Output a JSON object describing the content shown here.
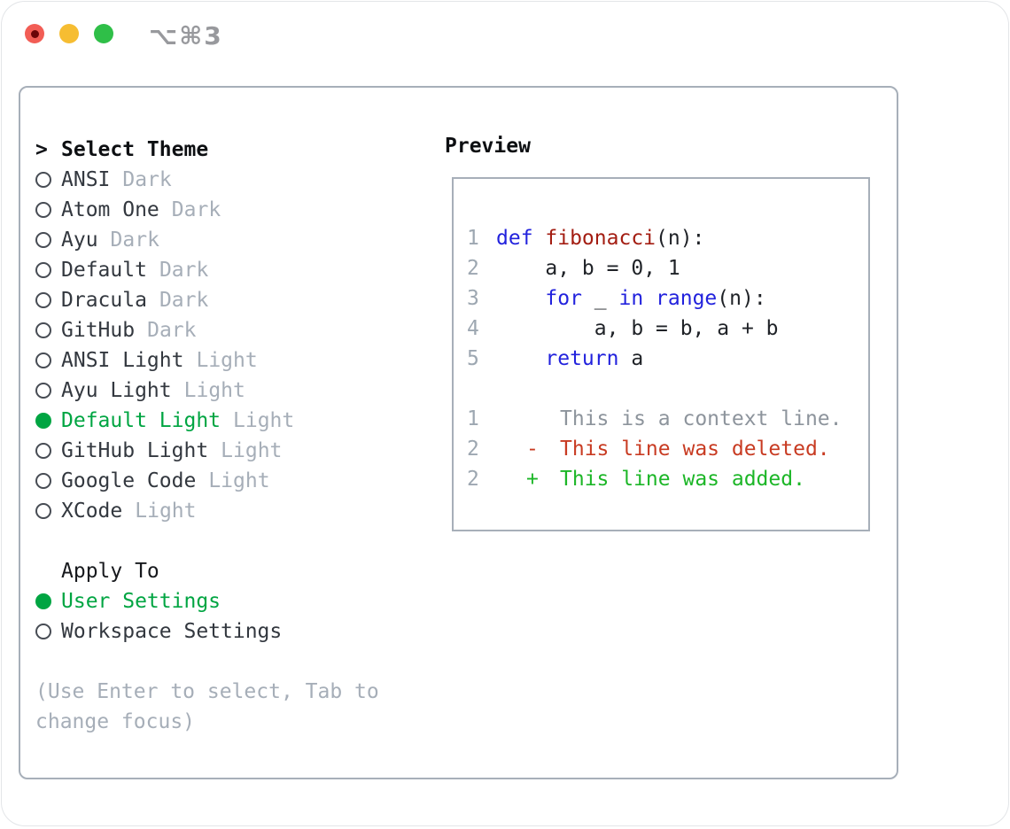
{
  "titlebar": {
    "title": "⌥⌘3"
  },
  "colors": {
    "selected_green": "#00a542",
    "added_green": "#1cb627",
    "deleted_red": "#c83b22",
    "keyword_blue": "#2222dd",
    "function_red": "#a31d12",
    "muted_gray": "#a6aeb8",
    "line_number_gray": "#9da7b1",
    "border_gray": "#a7afb9",
    "traffic_red": "#f25d55",
    "traffic_yellow": "#f6bd32",
    "traffic_green": "#2fbf48"
  },
  "window": {
    "theme_selector": {
      "prompt": ">",
      "heading": "Select Theme",
      "themes": [
        {
          "name": "ANSI",
          "variant": "Dark",
          "selected": false
        },
        {
          "name": "Atom One",
          "variant": "Dark",
          "selected": false
        },
        {
          "name": "Ayu",
          "variant": "Dark",
          "selected": false
        },
        {
          "name": "Default",
          "variant": "Dark",
          "selected": false
        },
        {
          "name": "Dracula",
          "variant": "Dark",
          "selected": false
        },
        {
          "name": "GitHub",
          "variant": "Dark",
          "selected": false
        },
        {
          "name": "ANSI Light",
          "variant": "Light",
          "selected": false
        },
        {
          "name": "Ayu Light",
          "variant": "Light",
          "selected": false
        },
        {
          "name": "Default Light",
          "variant": "Light",
          "selected": true
        },
        {
          "name": "GitHub Light",
          "variant": "Light",
          "selected": false
        },
        {
          "name": "Google Code",
          "variant": "Light",
          "selected": false
        },
        {
          "name": "XCode",
          "variant": "Light",
          "selected": false
        }
      ]
    },
    "apply_to": {
      "heading": "Apply To",
      "options": [
        {
          "name": "User Settings",
          "selected": true
        },
        {
          "name": "Workspace Settings",
          "selected": false
        }
      ]
    },
    "help_lines": [
      "(Use Enter to select, Tab to",
      "change focus)"
    ],
    "preview": {
      "heading": "Preview",
      "code_lines": [
        {
          "num": "1",
          "tokens": [
            {
              "t": "def ",
              "c": "kw"
            },
            {
              "t": "fibonacci",
              "c": "fn"
            },
            {
              "t": "(n):",
              "c": "pl"
            }
          ]
        },
        {
          "num": "2",
          "tokens": [
            {
              "t": "    a, b = 0, 1",
              "c": "pl"
            }
          ]
        },
        {
          "num": "3",
          "tokens": [
            {
              "t": "    ",
              "c": "pl"
            },
            {
              "t": "for",
              "c": "kw"
            },
            {
              "t": " _ ",
              "c": "pl"
            },
            {
              "t": "in",
              "c": "kw"
            },
            {
              "t": " ",
              "c": "pl"
            },
            {
              "t": "range",
              "c": "kw"
            },
            {
              "t": "(n):",
              "c": "pl"
            }
          ]
        },
        {
          "num": "4",
          "tokens": [
            {
              "t": "        a, b = b, a + b",
              "c": "pl"
            }
          ]
        },
        {
          "num": "5",
          "tokens": [
            {
              "t": "    ",
              "c": "pl"
            },
            {
              "t": "return",
              "c": "kw"
            },
            {
              "t": " a",
              "c": "pl"
            }
          ]
        }
      ],
      "diff_lines": [
        {
          "num": "1",
          "marker": " ",
          "text": "This is a context line.",
          "kind": "context"
        },
        {
          "num": "2",
          "marker": "-",
          "text": "This line was deleted.",
          "kind": "deleted"
        },
        {
          "num": "2",
          "marker": "+",
          "text": "This line was added.",
          "kind": "added"
        }
      ]
    }
  }
}
